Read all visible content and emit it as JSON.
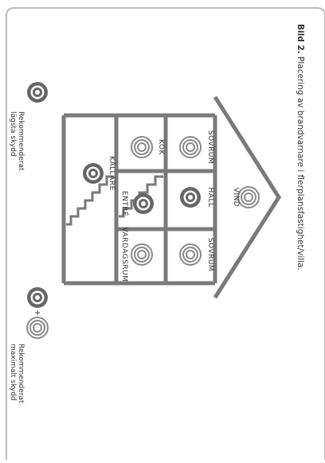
{
  "caption": {
    "label": "Bild 2.",
    "text": " Placering av brandvarnare i flerplansfastighet/villa."
  },
  "rooms": {
    "vind": "VIND",
    "sovrum_upper": "SOVRUM",
    "hall": "HALL",
    "sovrum_lower": "SOVRUM",
    "kok": "KÖK",
    "entre": "ENTRÉ",
    "vardagsrum": "VARDAGSRUM",
    "kallare": "KÄLLARE"
  },
  "legend": {
    "min": {
      "line1": "Rekommenderat",
      "line2": "lägsta skydd"
    },
    "max": {
      "plus": "+",
      "line1": "Rekommenderat",
      "line2": "maximalt skydd"
    }
  },
  "colors": {
    "wall": "#7a7a7a",
    "frame": "#bdbdbd",
    "detector_filled": "#666666",
    "detector_ring": "#8a8a8a",
    "text": "#333333"
  }
}
